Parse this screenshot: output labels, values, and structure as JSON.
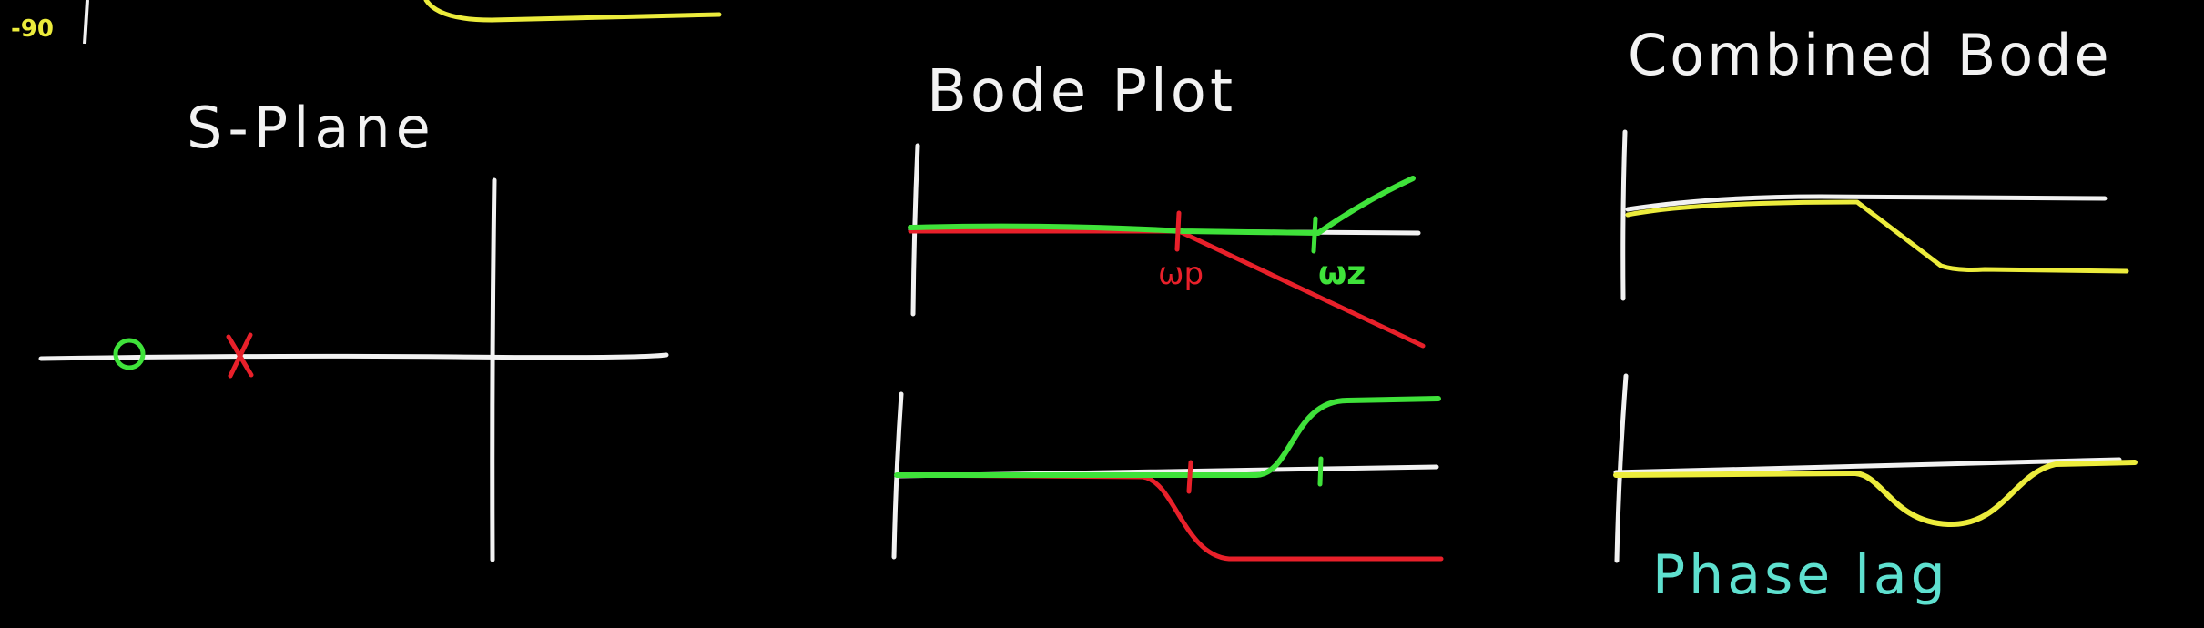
{
  "labels": {
    "top_left_fragment": "-90",
    "s_plane_title": "S-Plane",
    "bode_title": "Bode Plot",
    "combined_title": "Combined Bode",
    "omega_p": "ωp",
    "omega_z": "ωz",
    "phase_lag": "Phase lag"
  },
  "colors": {
    "background": "#000000",
    "axis": "#f2f2f2",
    "pole": "#e8202a",
    "zero": "#3fe23a",
    "combined": "#ecec3c",
    "annotation": "#5ee0cf"
  },
  "icons": {
    "zero_marker": "circle",
    "pole_marker": "cross"
  }
}
